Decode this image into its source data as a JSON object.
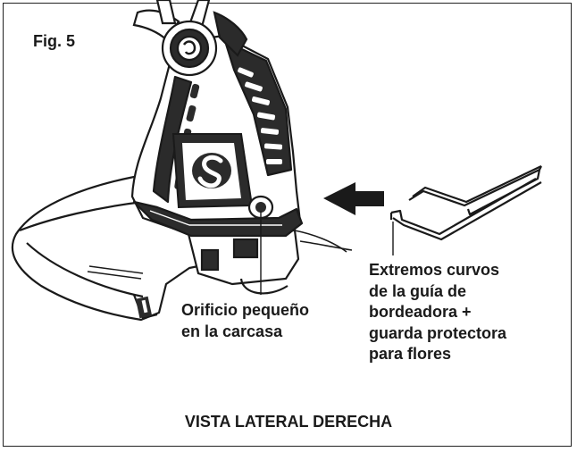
{
  "figure": {
    "title": "Fig. 5",
    "view_caption": "VISTA LATERAL DERECHA"
  },
  "callouts": {
    "hole": {
      "lines": [
        "Orificio pequeño",
        "en la carcasa"
      ]
    },
    "guide_ends": {
      "lines": [
        "Extremos curvos",
        "de la guía de",
        "bordeadora +",
        "guarda protectora",
        "para flores"
      ]
    }
  },
  "icons": {
    "arrow": "insert-direction-arrow-icon",
    "trimmer": "string-trimmer-head-drawing",
    "guide": "edging-guide-wire-drawing",
    "logo": "brand-s-logo-icon"
  },
  "colors": {
    "ink": "#1a1a1a",
    "fill_dark": "#2b2b2b",
    "background": "#ffffff"
  }
}
